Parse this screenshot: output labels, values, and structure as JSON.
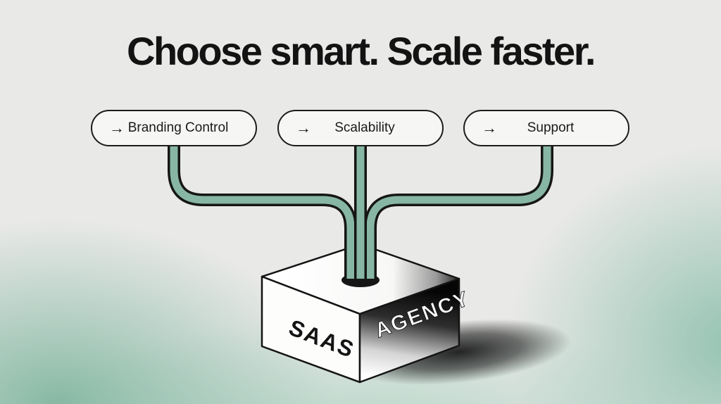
{
  "title": "Choose smart. Scale faster.",
  "pills": [
    {
      "icon": "→",
      "label": "Branding Control"
    },
    {
      "icon": "→",
      "label": "Scalability"
    },
    {
      "icon": "→",
      "label": "Support"
    }
  ],
  "box": {
    "left_label": "SAAS",
    "right_label": "AGENCY"
  },
  "colors": {
    "pipe": "#87b7a4",
    "outline": "#161616",
    "background": "#e9e9e7",
    "teal_wash": "#85bca7"
  }
}
